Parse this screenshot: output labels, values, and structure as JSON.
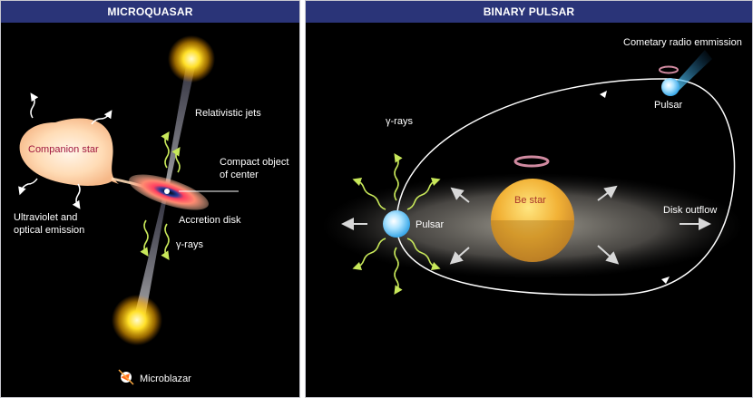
{
  "microquasar": {
    "title": "MICROQUASAR",
    "companion_star": "Companion star",
    "relativistic_jets": "Relativistic jets",
    "compact_object_line1": "Compact object",
    "compact_object_line2": "of center",
    "accretion_disk": "Accretion disk",
    "uv_line1": "Ultraviolet and",
    "uv_line2": "optical emission",
    "gamma_rays": "γ-rays",
    "microblazar": "Microblazar"
  },
  "binary_pulsar": {
    "title": "BINARY PULSAR",
    "cometary_radio_emission": "Cometary radio emmission",
    "pulsar_top": "Pulsar",
    "gamma_rays": "γ-rays",
    "be_star": "Be star",
    "pulsar_left": "Pulsar",
    "disk_outflow": "Disk outflow"
  },
  "colors": {
    "header_bg": "#2a3478",
    "companion_star": "#ffd2a6",
    "jet_glow": "#ffd21a",
    "be_star": "#f2b236",
    "pulsar": "#aee4ff",
    "gamma_arrow": "#c8e85a"
  }
}
